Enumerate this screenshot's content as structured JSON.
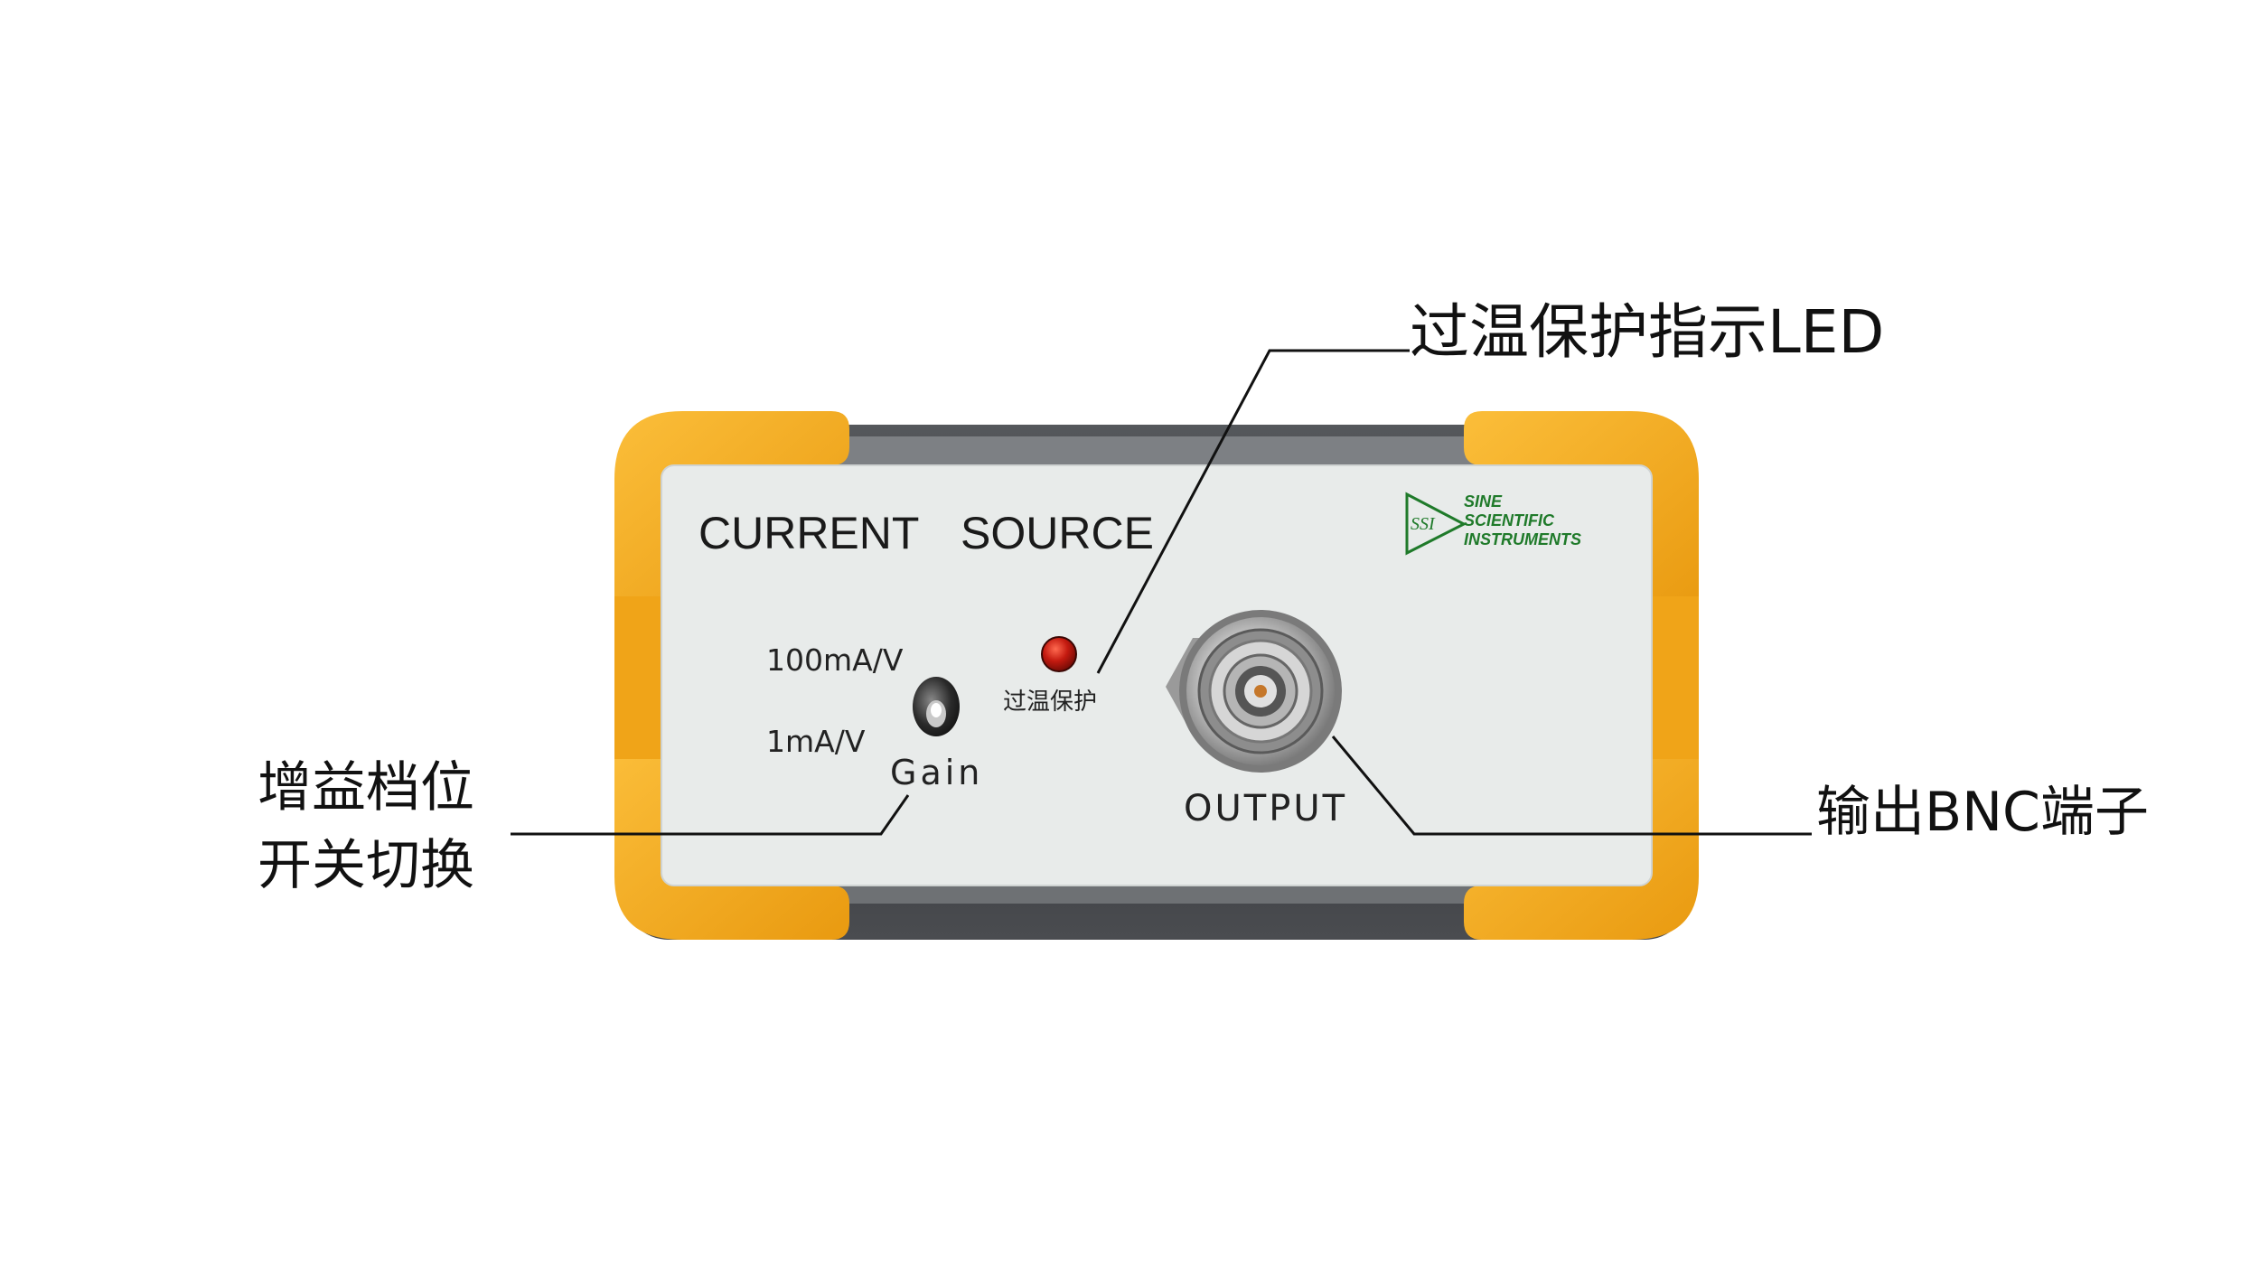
{
  "device": {
    "title_left": "CURRENT",
    "title_right": "SOURCE",
    "logo": {
      "mark_text": "SSI",
      "line1": "SINE",
      "line2": "SCIENTIFIC",
      "line3": "INSTRUMENTS"
    },
    "switch": {
      "upper_label": "100mA/V",
      "lower_label": "1mA/V",
      "caption": "Gain"
    },
    "led": {
      "caption": "过温保护",
      "color": "#c41a10"
    },
    "bnc": {
      "caption": "OUTPUT"
    },
    "colors": {
      "bumper": "#f5a81c",
      "panel": "#e8ebea",
      "body": "#3b3d40"
    }
  },
  "annotations": {
    "led": "过温保护指示LED",
    "switch_line1": "增益档位",
    "switch_line2": "开关切换",
    "bnc": "输出BNC端子"
  }
}
